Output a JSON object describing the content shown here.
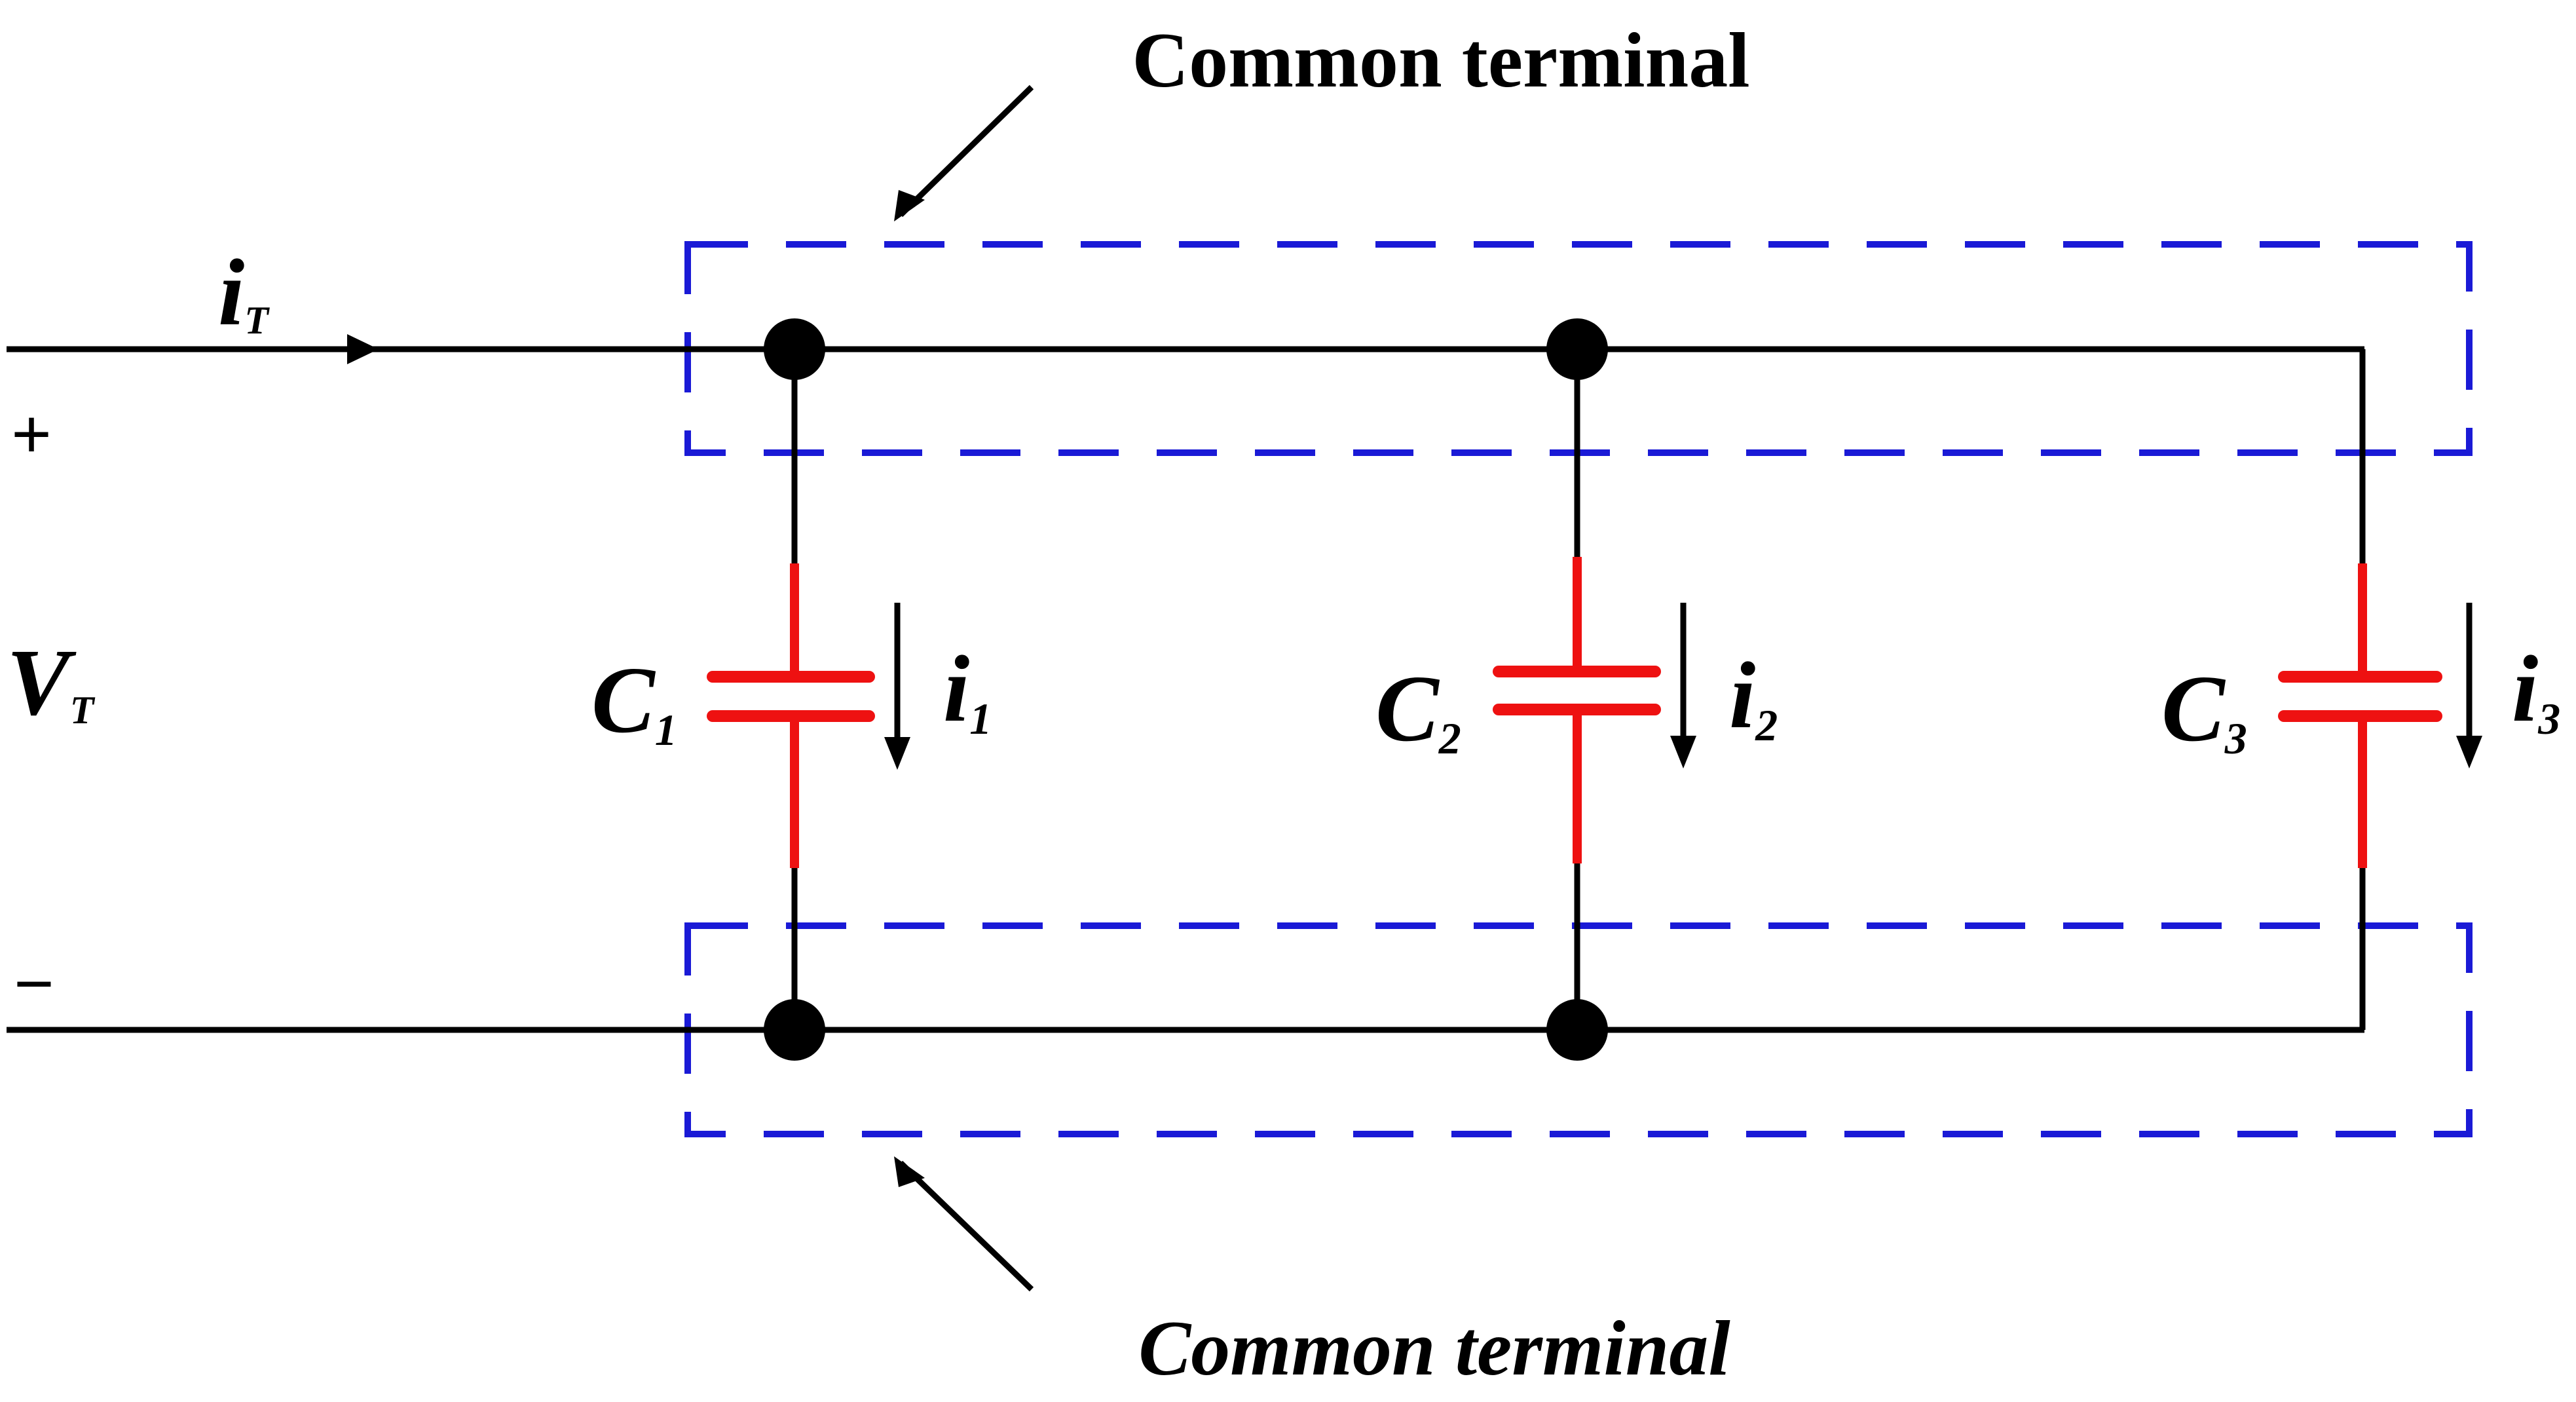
{
  "labels": {
    "top_common_terminal": "Common terminal",
    "bottom_common_terminal": "Common terminal",
    "plus_sign": "+",
    "minus_sign": "−",
    "input_current": {
      "main": "i",
      "sub": "T"
    },
    "voltage": {
      "main": "V",
      "sub": "T"
    }
  },
  "capacitors": [
    {
      "name": "C",
      "index": "1",
      "current_main": "i",
      "current_sub": "1"
    },
    {
      "name": "C",
      "index": "2",
      "current_main": "i",
      "current_sub": "2"
    },
    {
      "name": "C",
      "index": "3",
      "current_main": "i",
      "current_sub": "3"
    }
  ],
  "colors": {
    "wire": "#000000",
    "capacitor": "#ee1111",
    "terminal_box": "#1a1ad6",
    "text": "#000000"
  }
}
